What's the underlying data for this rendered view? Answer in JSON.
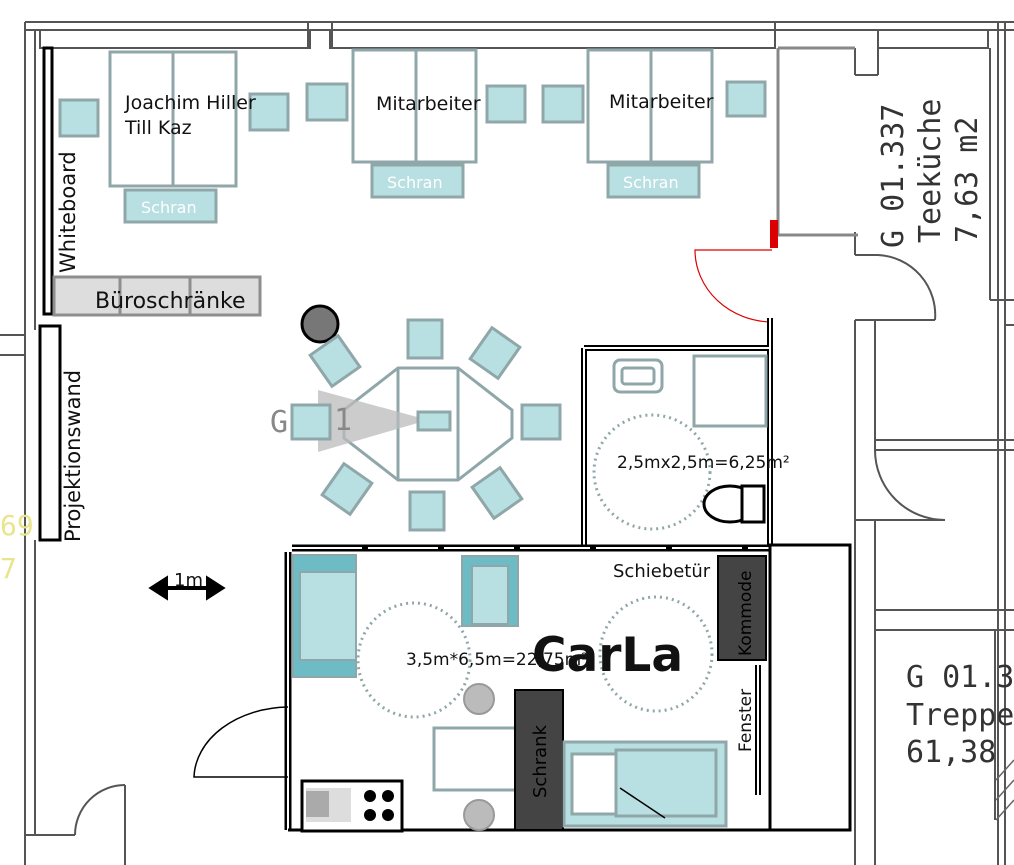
{
  "people_desk": [
    "Joachim Hiller",
    "Till Kaz"
  ],
  "desk_mitarbeiter_1": "Mitarbeiter",
  "desk_mitarbeiter_2": "Mitarbeiter",
  "schrank_small_1": "Schran",
  "schrank_small_2": "Schran",
  "schrank_small_3": "Schran",
  "whiteboard": "Whiteboard",
  "bueroschraenke": "Büroschränke",
  "projektionswand": "Projektionswand",
  "scale_label": "1m",
  "bath_area": "2,5mx2,5m=6,25m²",
  "room_area": "3,5m*6,5m=22,75m²",
  "room_name": "CarLa",
  "schiebetuer": "Schiebetür",
  "kommode": "Kommode",
  "fenster": "Fenster",
  "schrank_big": "Schrank",
  "room_g01_337": {
    "number": "G 01.337",
    "name": "Teeküche",
    "area": "7,63 m2"
  },
  "room_treppe": {
    "number": "G 01.3",
    "name": "Treppe",
    "area": "61,38"
  },
  "room_partial": {
    "number": "G",
    "name": "1"
  },
  "yellow_partial": [
    "69",
    "7"
  ],
  "colors": {
    "furniture": "#b8dfe2",
    "furniture_stroke": "#8fa7a8",
    "wall": "#000000",
    "door_red": "#dd0000",
    "sofa": "#6dbbc4",
    "dark": "#444444",
    "cad_text": "#333333",
    "yellow": "#e9e58c"
  }
}
